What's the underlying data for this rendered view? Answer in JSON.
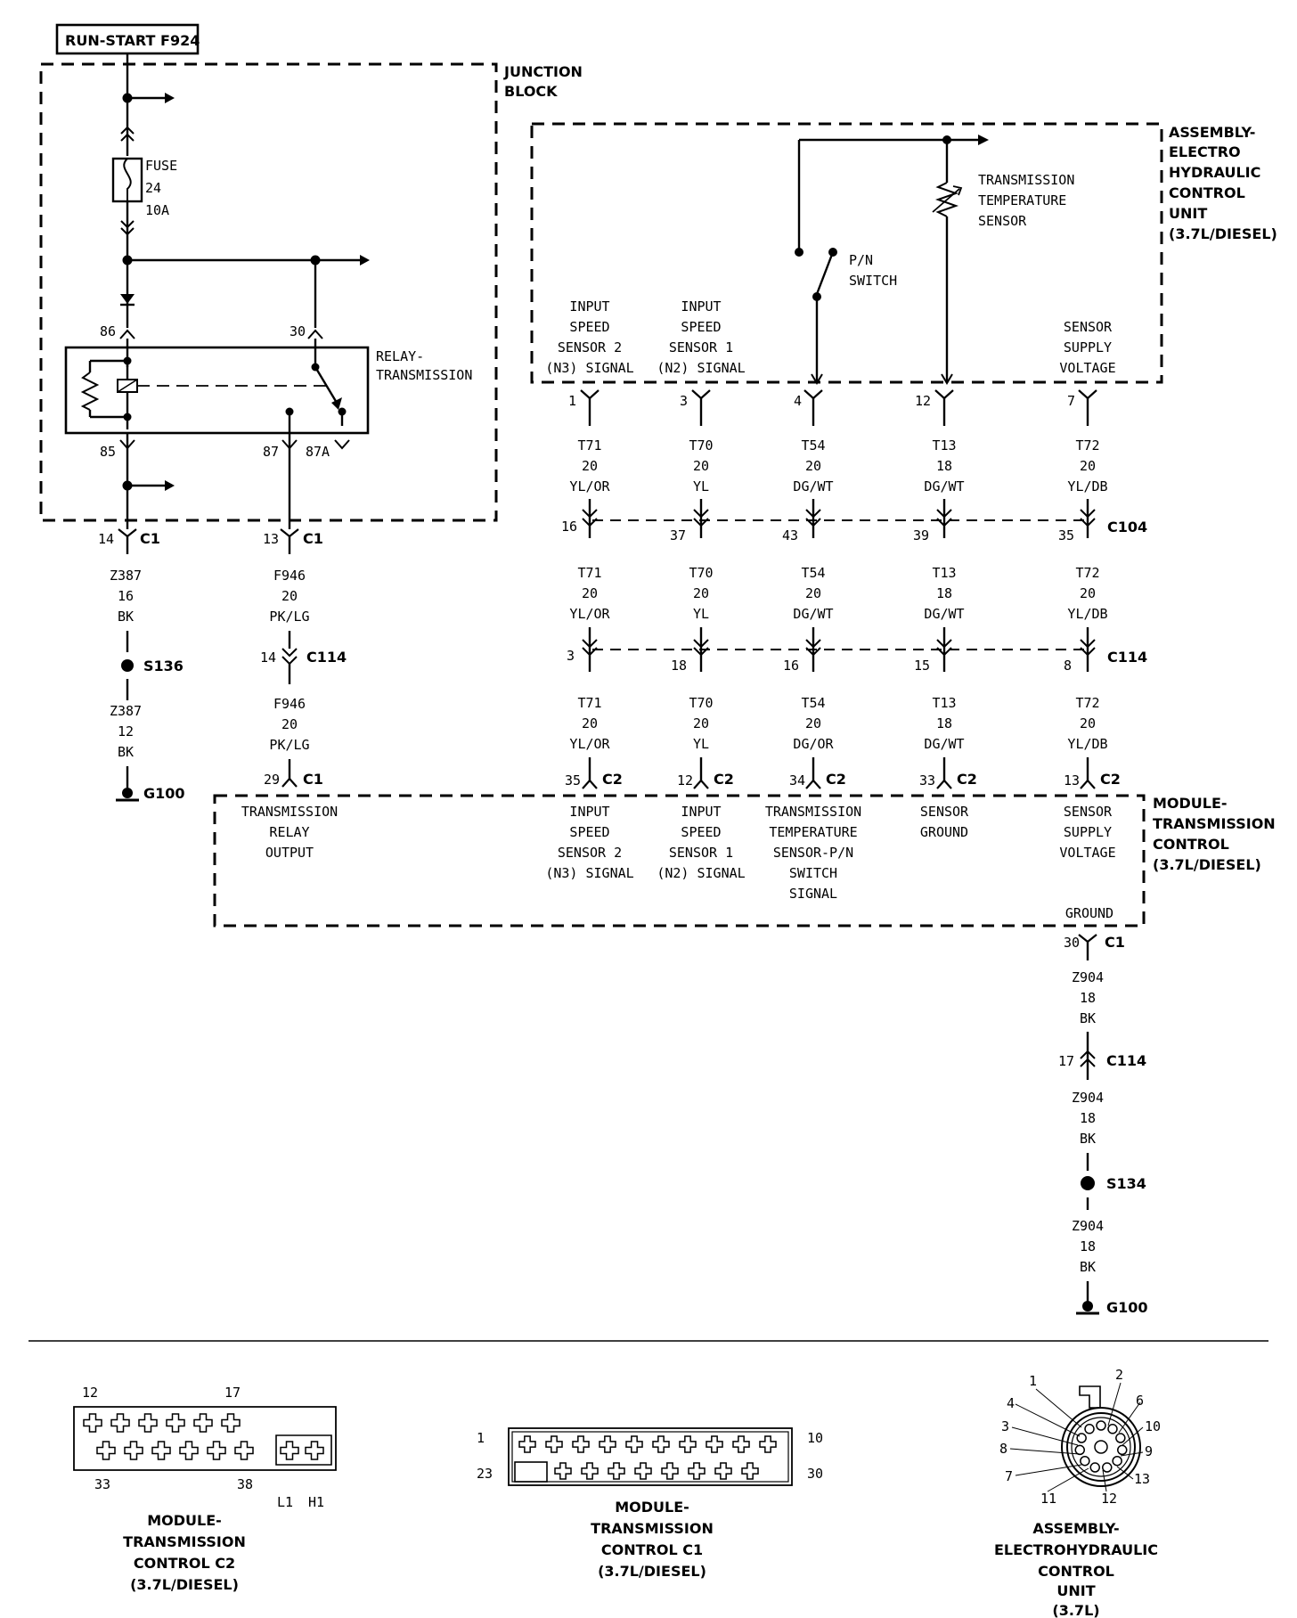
{
  "header": {
    "circuit_label": "RUN-START F924"
  },
  "junction_block": {
    "title_1": "JUNCTION",
    "title_2": "BLOCK",
    "fuse_1": "FUSE",
    "fuse_2": "24",
    "fuse_3": "10A",
    "relay_1": "RELAY-",
    "relay_2": "TRANSMISSION",
    "pin_86": "86",
    "pin_30": "30",
    "pin_85": "85",
    "pin_87": "87",
    "pin_87a": "87A"
  },
  "ehcu": {
    "title_1": "ASSEMBLY-",
    "title_2": "ELECTRO",
    "title_3": "HYDRAULIC",
    "title_4": "CONTROL",
    "title_5": "UNIT",
    "title_6": "(3.7L/DIESEL)",
    "temp_1": "TRANSMISSION",
    "temp_2": "TEMPERATURE",
    "temp_3": "SENSOR",
    "pn_1": "P/N",
    "pn_2": "SWITCH",
    "iss2_1": "INPUT",
    "iss2_2": "SPEED",
    "iss2_3": "SENSOR 2",
    "iss2_4": "(N3) SIGNAL",
    "iss1_1": "INPUT",
    "iss1_2": "SPEED",
    "iss1_3": "SENSOR 1",
    "iss1_4": "(N2) SIGNAL",
    "sup_1": "SENSOR",
    "sup_2": "SUPPLY",
    "sup_3": "VOLTAGE",
    "pin_a": "1",
    "pin_b": "3",
    "pin_c": "4",
    "pin_d": "12",
    "pin_e": "7"
  },
  "wires_upper": {
    "w1": [
      "T71",
      "20",
      "YL/OR"
    ],
    "w2": [
      "T70",
      "20",
      "YL"
    ],
    "w3": [
      "T54",
      "20",
      "DG/WT"
    ],
    "w4": [
      "T13",
      "18",
      "DG/WT"
    ],
    "w5": [
      "T72",
      "20",
      "YL/DB"
    ]
  },
  "c104": {
    "label": "C104",
    "p1": "16",
    "p2": "37",
    "p3": "43",
    "p4": "39",
    "p5": "35"
  },
  "wires_mid": {
    "w1": [
      "T71",
      "20",
      "YL/OR"
    ],
    "w2": [
      "T70",
      "20",
      "YL"
    ],
    "w3": [
      "T54",
      "20",
      "DG/WT"
    ],
    "w4": [
      "T13",
      "18",
      "DG/WT"
    ],
    "w5": [
      "T72",
      "20",
      "YL/DB"
    ]
  },
  "c114_row": {
    "label": "C114",
    "p1": "3",
    "p2": "18",
    "p3": "16",
    "p4": "15",
    "p5": "8"
  },
  "wires_low": {
    "w1": [
      "T71",
      "20",
      "YL/OR"
    ],
    "w2": [
      "T70",
      "20",
      "YL"
    ],
    "w3": [
      "T54",
      "20",
      "DG/OR"
    ],
    "w4": [
      "T13",
      "18",
      "DG/WT"
    ],
    "w5": [
      "T72",
      "20",
      "YL/DB"
    ]
  },
  "left_column": {
    "c1_pin": "14",
    "c1": "C1",
    "wire_a": [
      "Z387",
      "16",
      "BK"
    ],
    "splice": "S136",
    "wire_b": [
      "Z387",
      "12",
      "BK"
    ],
    "ground": "G100"
  },
  "relay_column": {
    "c1_pin": "13",
    "c1": "C1",
    "wire_a": [
      "F946",
      "20",
      "PK/LG"
    ],
    "c114_pin": "14",
    "c114": "C114",
    "wire_b": [
      "F946",
      "20",
      "PK/LG"
    ],
    "tcm_pin": "29",
    "tcm_conn": "C1"
  },
  "tcm_pins": {
    "p1": "35",
    "p2": "12",
    "p3": "34",
    "p4": "33",
    "p5": "13",
    "conn": "C2"
  },
  "tcm": {
    "title_1": "MODULE-",
    "title_2": "TRANSMISSION",
    "title_3": "CONTROL",
    "title_4": "(3.7L/DIESEL)",
    "relay_out_1": "TRANSMISSION",
    "relay_out_2": "RELAY",
    "relay_out_3": "OUTPUT",
    "iss2_1": "INPUT",
    "iss2_2": "SPEED",
    "iss2_3": "SENSOR 2",
    "iss2_4": "(N3) SIGNAL",
    "iss1_1": "INPUT",
    "iss1_2": "SPEED",
    "iss1_3": "SENSOR 1",
    "iss1_4": "(N2) SIGNAL",
    "tt_1": "TRANSMISSION",
    "tt_2": "TEMPERATURE",
    "tt_3": "SENSOR-P/N",
    "tt_4": "SWITCH",
    "tt_5": "SIGNAL",
    "sg_1": "SENSOR",
    "sg_2": "GROUND",
    "sv_1": "SENSOR",
    "sv_2": "SUPPLY",
    "sv_3": "VOLTAGE",
    "ground": "GROUND"
  },
  "ground_column": {
    "c1_pin": "30",
    "c1": "C1",
    "wire_a": [
      "Z904",
      "18",
      "BK"
    ],
    "c114_pin": "17",
    "c114": "C114",
    "wire_b": [
      "Z904",
      "18",
      "BK"
    ],
    "splice": "S134",
    "wire_c": [
      "Z904",
      "18",
      "BK"
    ],
    "ground": "G100"
  },
  "connectors": {
    "c2": {
      "pin_12": "12",
      "pin_17": "17",
      "pin_33": "33",
      "pin_38": "38",
      "pin_l1": "L1",
      "pin_h1": "H1",
      "title": [
        "MODULE-",
        "TRANSMISSION",
        "CONTROL C2",
        "(3.7L/DIESEL)"
      ]
    },
    "c1": {
      "pin_1": "1",
      "pin_10": "10",
      "pin_23": "23",
      "pin_30": "30",
      "title": [
        "MODULE-",
        "TRANSMISSION",
        "CONTROL C1",
        "(3.7L/DIESEL)"
      ]
    },
    "ehcu": {
      "pins": [
        "1",
        "2",
        "4",
        "6",
        "3",
        "10",
        "8",
        "9",
        "7",
        "13",
        "11",
        "12"
      ],
      "title": [
        "ASSEMBLY-",
        "ELECTROHYDRAULIC",
        "CONTROL",
        "UNIT",
        "(3.7L)"
      ]
    }
  }
}
